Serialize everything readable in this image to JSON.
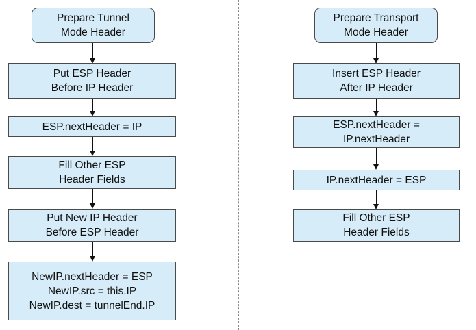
{
  "left_flow": {
    "start": {
      "lines": [
        "Prepare Tunnel",
        "Mode Header"
      ]
    },
    "step1": {
      "lines": [
        "Put ESP Header",
        "Before IP Header"
      ]
    },
    "step2": {
      "lines": [
        "ESP.nextHeader = IP"
      ]
    },
    "step3": {
      "lines": [
        "Fill Other ESP",
        "Header Fields"
      ]
    },
    "step4": {
      "lines": [
        "Put New IP Header",
        "Before ESP Header"
      ]
    },
    "step5": {
      "lines": [
        "NewIP.nextHeader = ESP",
        "NewIP.src = this.IP",
        "NewIP.dest = tunnelEnd.IP"
      ]
    }
  },
  "right_flow": {
    "start": {
      "lines": [
        "Prepare Transport",
        "Mode Header"
      ]
    },
    "step1": {
      "lines": [
        "Insert ESP Header",
        "After IP Header"
      ]
    },
    "step2": {
      "lines": [
        "ESP.nextHeader =",
        "IP.nextHeader"
      ]
    },
    "step3": {
      "lines": [
        "IP.nextHeader = ESP"
      ]
    },
    "step4": {
      "lines": [
        "Fill Other ESP",
        "Header Fields"
      ]
    }
  },
  "colors": {
    "box_fill": "#d6ecf8",
    "box_border": "#4a4a4a",
    "arrow": "#111111",
    "divider": "#8a8a8a"
  }
}
